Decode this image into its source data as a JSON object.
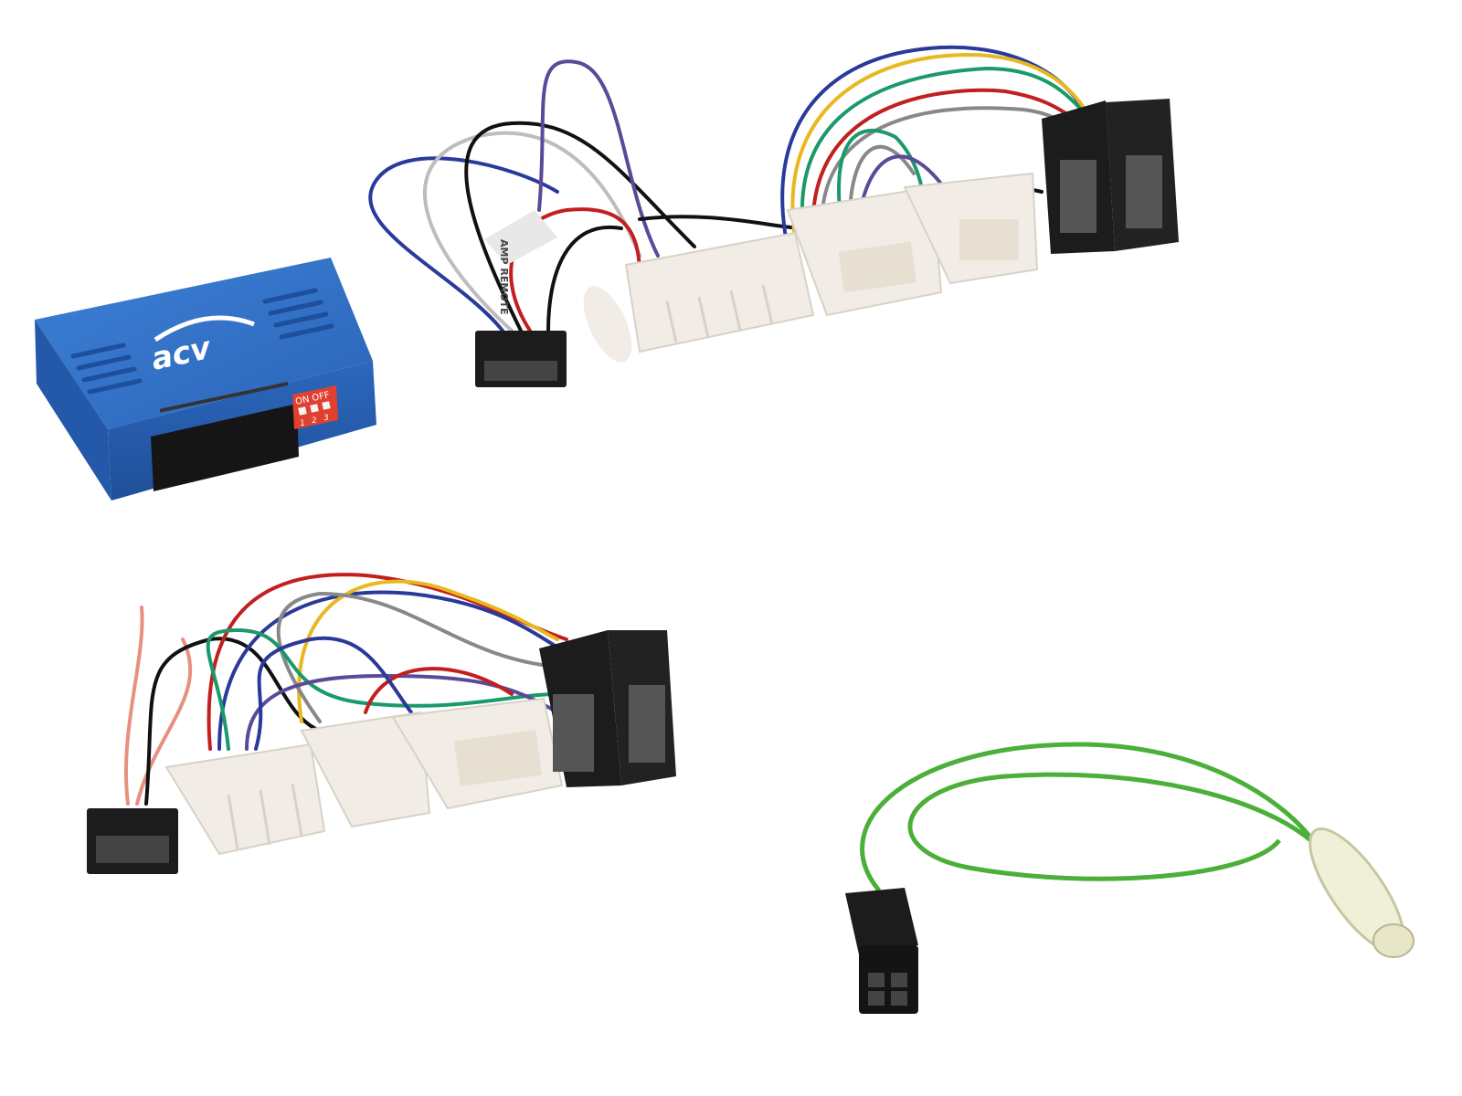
{
  "scene": {
    "background": "#ffffff",
    "module": {
      "logo": "acv",
      "dip_label": "ON OFF",
      "dip_numbers": [
        "1",
        "2",
        "3"
      ],
      "body_color": "#2f6fc4",
      "dip_color": "#e0402f"
    },
    "top_harness": {
      "wire_label": "AMP REMOTE",
      "wire_colors": [
        "#c21f1f",
        "#2a3a9a",
        "#e8b820",
        "#1a9a6a",
        "#888888",
        "#111111",
        "#5a4a9a"
      ],
      "connector_white": "#f1ede6",
      "connector_black": "#1c1c1c"
    },
    "bottom_harness": {
      "wire_colors": [
        "#c21f1f",
        "#2a3a9a",
        "#e8b820",
        "#1a9a6a",
        "#888888",
        "#111111",
        "#e89080"
      ]
    },
    "antenna_cable": {
      "cable_color": "#4caf3a"
    }
  }
}
